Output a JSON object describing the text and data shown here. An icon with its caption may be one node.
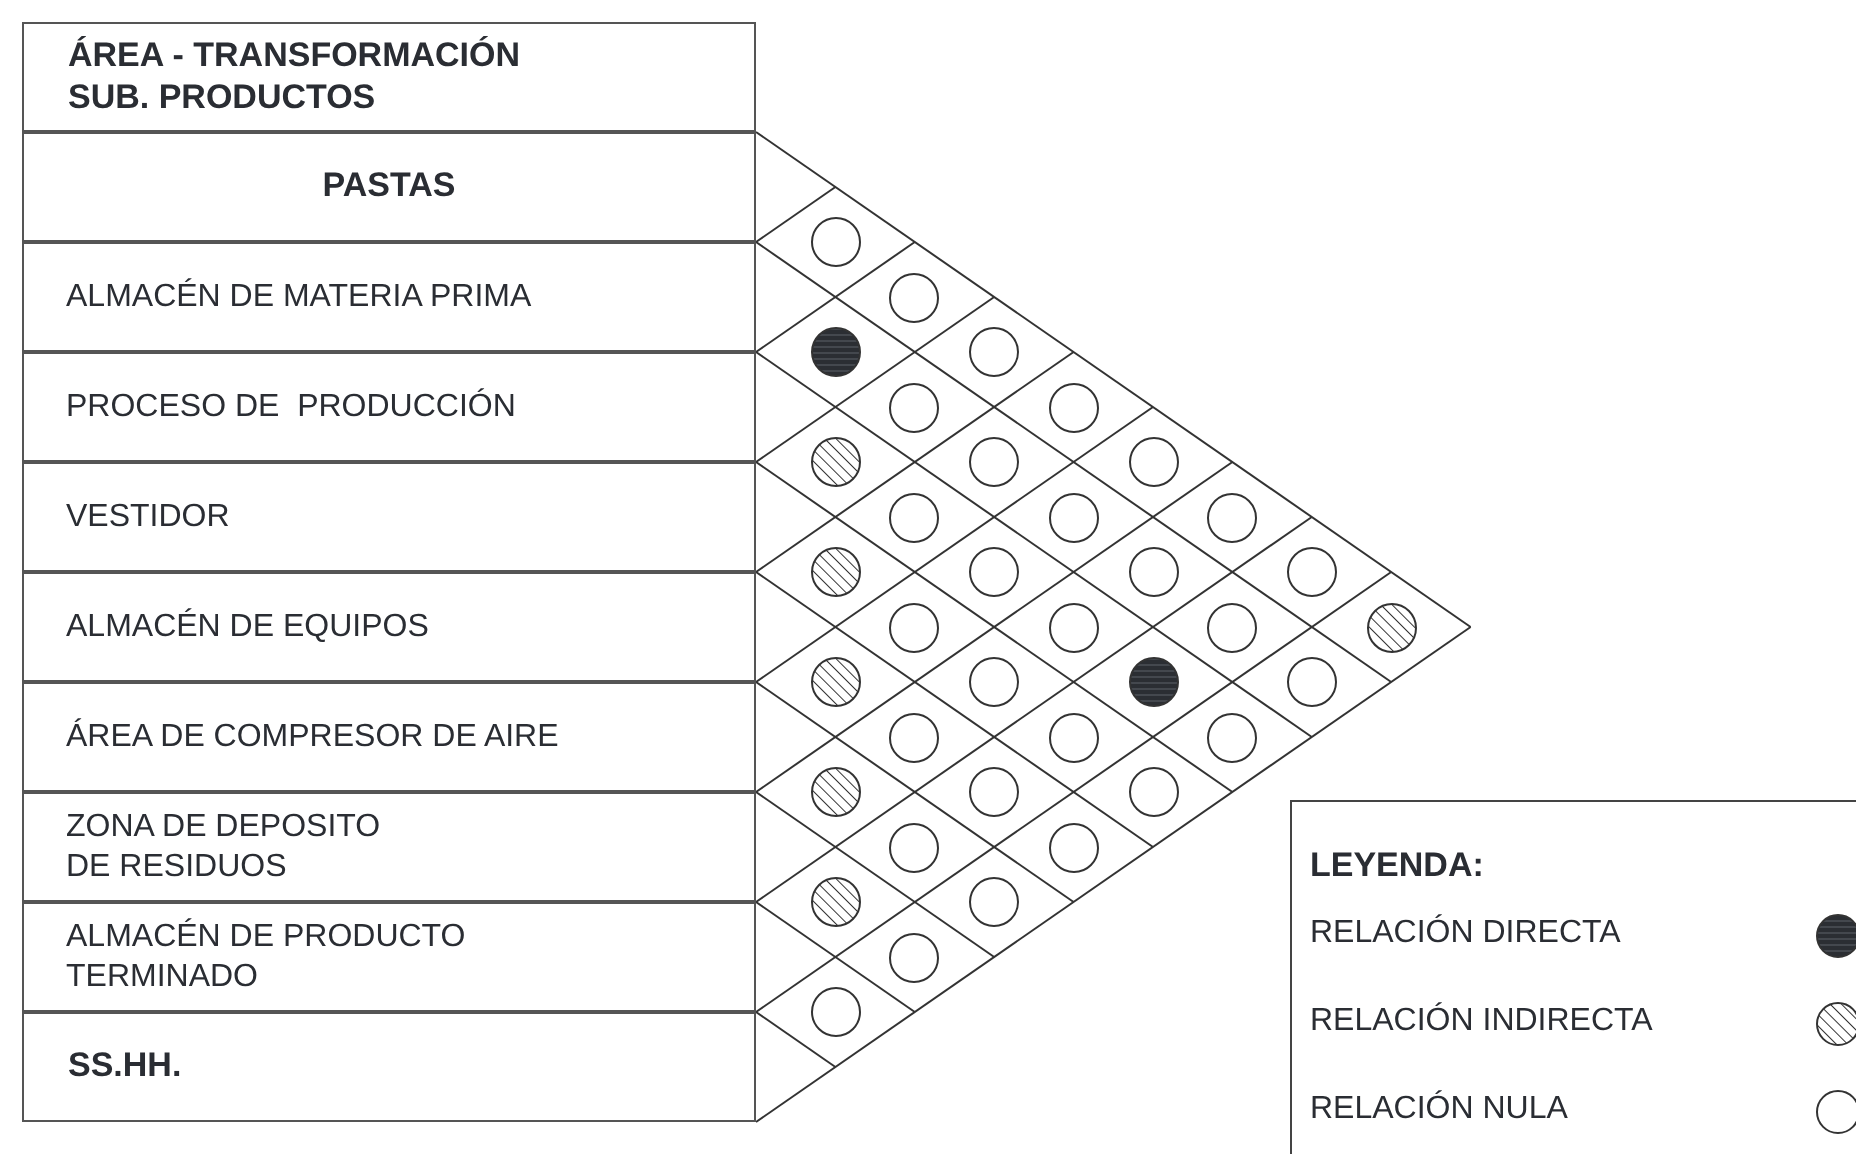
{
  "diagram": {
    "nodes": [
      {
        "text": [
          "ÁREA - TRANSFORMACIÓN SUB. PRODUCTOS"
        ]
      },
      {
        "text": [
          "PASTAS"
        ]
      },
      {
        "text": [
          "ALMACÉN DE MATERIA PRIMA"
        ]
      },
      {
        "text": [
          "PROCESO DE  PRODUCCIÓN"
        ]
      },
      {
        "text": [
          "VESTIDOR"
        ]
      },
      {
        "text": [
          "ALMACÉN DE EQUIPOS"
        ]
      },
      {
        "text": [
          "ÁREA DE COMPRESOR DE AIRE"
        ]
      },
      {
        "text": [
          "ZONA DE DEPOSITO DE RESIDUOS"
        ]
      },
      {
        "text": [
          "ALMACÉN DE PRODUCTO TERMINADO"
        ]
      },
      {
        "text": [
          "SS.HH."
        ]
      },
      {
        "text": [],
        "shape": "circle"
      },
      {
        "text": [],
        "shape": "circle"
      },
      {
        "text": [],
        "shape": "filled-circle"
      },
      {
        "text": [],
        "shape": "circle"
      },
      {
        "text": [],
        "shape": "circle"
      },
      {
        "text": [],
        "shape": "circle"
      },
      {
        "text": [],
        "shape": "hatched-circle"
      },
      {
        "text": [],
        "shape": "circle"
      },
      {
        "text": [],
        "shape": "circle"
      },
      {
        "text": [],
        "shape": "circle"
      },
      {
        "text": [],
        "shape": "circle"
      },
      {
        "text": [],
        "shape": "circle"
      },
      {
        "text": [],
        "shape": "hatched-circle"
      },
      {
        "text": [],
        "shape": "circle"
      },
      {
        "text": [],
        "shape": "circle"
      },
      {
        "text": [],
        "shape": "circle"
      },
      {
        "text": [],
        "shape": "circle"
      },
      {
        "text": [],
        "shape": "circle"
      },
      {
        "text": [],
        "shape": "circle"
      },
      {
        "text": [],
        "shape": "hatched-circle"
      },
      {
        "text": [],
        "shape": "hatched-circle"
      },
      {
        "text": [],
        "shape": "circle"
      },
      {
        "text": [],
        "shape": "filled-circle"
      },
      {
        "text": [],
        "shape": "circle"
      },
      {
        "text": [],
        "shape": "circle"
      },
      {
        "text": [],
        "shape": "circle"
      },
      {
        "text": [],
        "shape": "circle"
      },
      {
        "text": [],
        "shape": "hatched-circle"
      },
      {
        "text": [],
        "shape": "circle"
      },
      {
        "text": [],
        "shape": "circle"
      },
      {
        "text": [],
        "shape": "circle"
      },
      {
        "text": [],
        "shape": "circle"
      },
      {
        "text": [],
        "shape": "hatched-circle"
      },
      {
        "text": [],
        "shape": "circle"
      },
      {
        "text": [],
        "shape": "circle"
      },
      {
        "text": [],
        "shape": "circle"
      }
    ],
    "labels": [
      "LEYENDA:"
    ],
    "legend": [
      {
        "text": "RELACIÓN DIRECTA"
      },
      {
        "text": "RELACIÓN INDIRECTA"
      },
      {
        "text": "RELACIÓN NULA"
      }
    ]
  }
}
